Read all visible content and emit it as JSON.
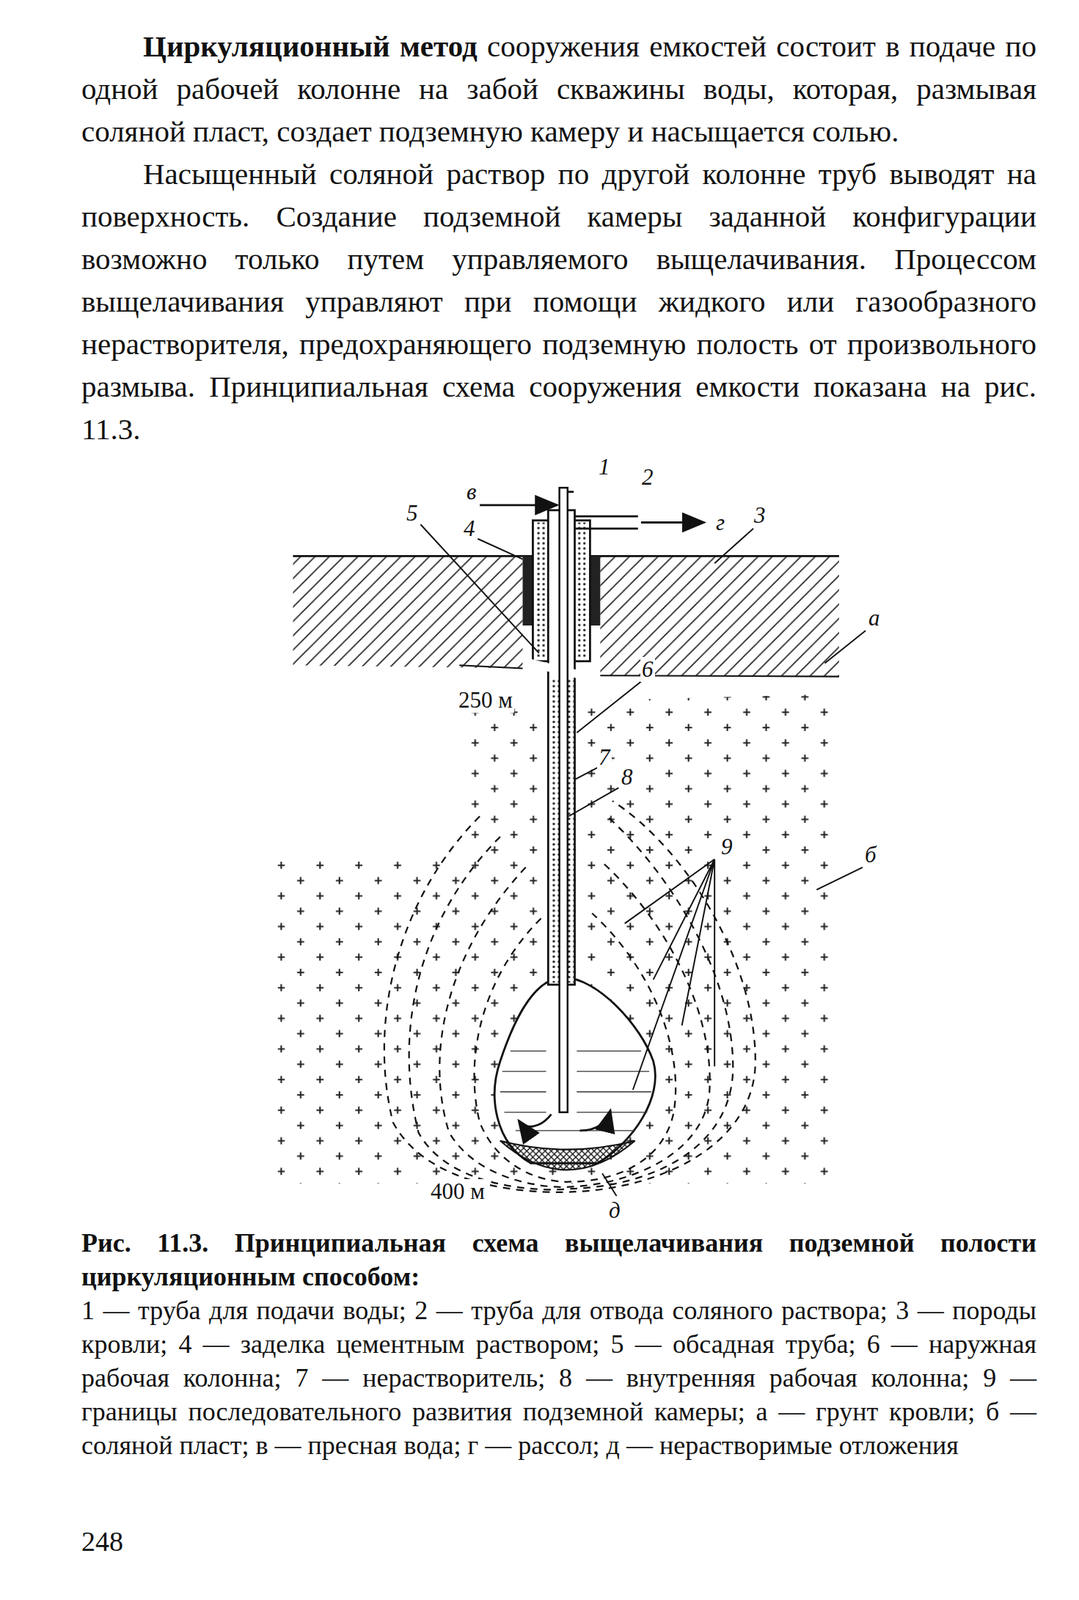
{
  "diagram": {
    "caption": "Рис. 11.3. Принципиальная схема выщелачивания подземной полости циркуляционным способом:",
    "labels": [
      "Циркуляционный метод",
      "сооружения емкостей состоит в подаче по одной рабочей колонне на забой скважины воды, которая, размывая соляной пласт, создает подземную камеру и насыщается солью.",
      "Насыщенный соляной раствор по другой колонне труб выводят на поверхность. Создание подземной камеры заданной конфигурации возможно только путем управляемого выщелачивания. Процессом выщелачивания управляют при помощи жидкого или газообразного нерастворителя, предохраняющего подземную полость от произвольного размыва. Принципиальная схема сооружения емкости показана на рис. 11.3.",
      "в",
      "1",
      "2",
      "г",
      "5",
      "4",
      "3",
      "а",
      "250 м",
      "6",
      "7",
      "8",
      "9",
      "б",
      "400 м",
      "д",
      "1 — труба для подачи воды; 2 — труба для отвода соляного раствора; 3 — породы кровли; 4 — заделка цементным раствором; 5 — обсадная труба; 6 — наружная рабочая колонна; 7 — нерастворитель; 8 — внутренняя рабочая колонна; 9 — границы последовательного развития подземной камеры; а — грунт кровли; б — соляной пласт; в — пресная вода; г — рассол; д — нерастворимые отложения",
      "248"
    ]
  }
}
